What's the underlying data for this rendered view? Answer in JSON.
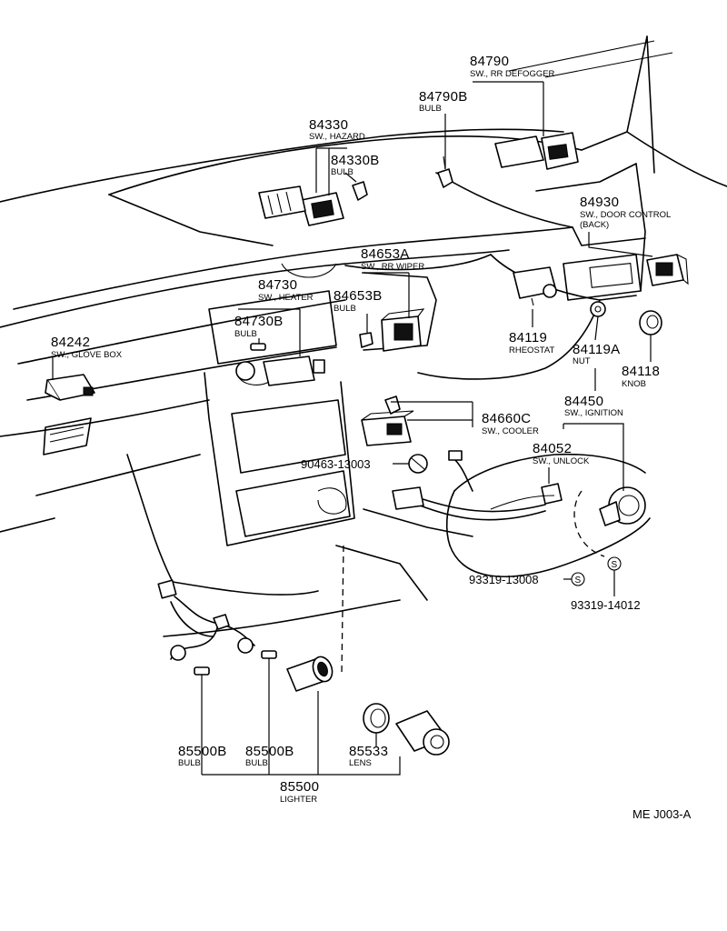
{
  "labels": {
    "p84790": {
      "number": "84790",
      "name": "SW., RR DEFOGGER"
    },
    "p84790B": {
      "number": "84790B",
      "name": "BULB"
    },
    "p84330": {
      "number": "84330",
      "name": "SW., HAZARD"
    },
    "p84330B": {
      "number": "84330B",
      "name": "BULB"
    },
    "p84930": {
      "number": "84930",
      "name": "SW., DOOR CONTROL",
      "name2": "(BACK)"
    },
    "p84653A": {
      "number": "84653A",
      "name": "SW., RR WIPER"
    },
    "p84730": {
      "number": "84730",
      "name": "SW., HEATER"
    },
    "p84653B": {
      "number": "84653B",
      "name": "BULB"
    },
    "p84730B": {
      "number": "84730B",
      "name": "BULB"
    },
    "p84242": {
      "number": "84242",
      "name": "SW., GLOVE BOX"
    },
    "p84119": {
      "number": "84119",
      "name": "RHEOSTAT"
    },
    "p84119A": {
      "number": "84119A",
      "name": "NUT"
    },
    "p84118": {
      "number": "84118",
      "name": "KNOB"
    },
    "p84450": {
      "number": "84450",
      "name": "SW., IGNITION"
    },
    "p84660C": {
      "number": "84660C",
      "name": "SW., COOLER"
    },
    "p84052": {
      "number": "84052",
      "name": "SW., UNLOCK"
    },
    "p90463": {
      "number": "90463-13003"
    },
    "p93319a": {
      "number": "93319-13008"
    },
    "p93319b": {
      "number": "93319-14012"
    },
    "p85500Ba": {
      "number": "85500B",
      "name": "BULB"
    },
    "p85500Bb": {
      "number": "85500B",
      "name": "BULB"
    },
    "p85533": {
      "number": "85533",
      "name": "LENS"
    },
    "p85500": {
      "number": "85500",
      "name": "LIGHTER"
    }
  },
  "screw_mark": "S",
  "footer_code": "ME J003-A"
}
